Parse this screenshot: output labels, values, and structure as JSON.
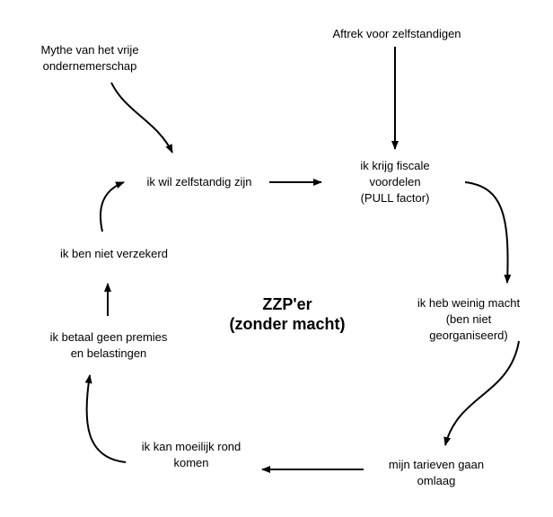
{
  "center": {
    "line1": "ZZP'er",
    "line2": "(zonder macht)"
  },
  "nodes": {
    "myth": {
      "lines": [
        "Mythe van het vrije",
        "ondernemerschap"
      ]
    },
    "deduction": {
      "lines": [
        "Aftrek voor zelfstandigen"
      ]
    },
    "want_independent": {
      "lines": [
        "ik wil zelfstandig zijn"
      ]
    },
    "fiscal_benefits": {
      "lines": [
        "ik krijg fiscale",
        "voordelen",
        "(PULL factor)"
      ]
    },
    "little_power": {
      "lines": [
        "ik heb weinig macht",
        "(ben niet",
        "georganiseerd)"
      ]
    },
    "rates_down": {
      "lines": [
        "mijn tarieven gaan",
        "omlaag"
      ]
    },
    "hard_to_get_by": {
      "lines": [
        "ik kan moeilijk rond",
        "komen"
      ]
    },
    "no_premiums": {
      "lines": [
        "ik betaal geen premies",
        "en belastingen"
      ]
    },
    "not_insured": {
      "lines": [
        "ik ben niet verzekerd"
      ]
    }
  },
  "colors": {
    "text": "#000000",
    "arrow": "#000000",
    "background": "#ffffff"
  }
}
